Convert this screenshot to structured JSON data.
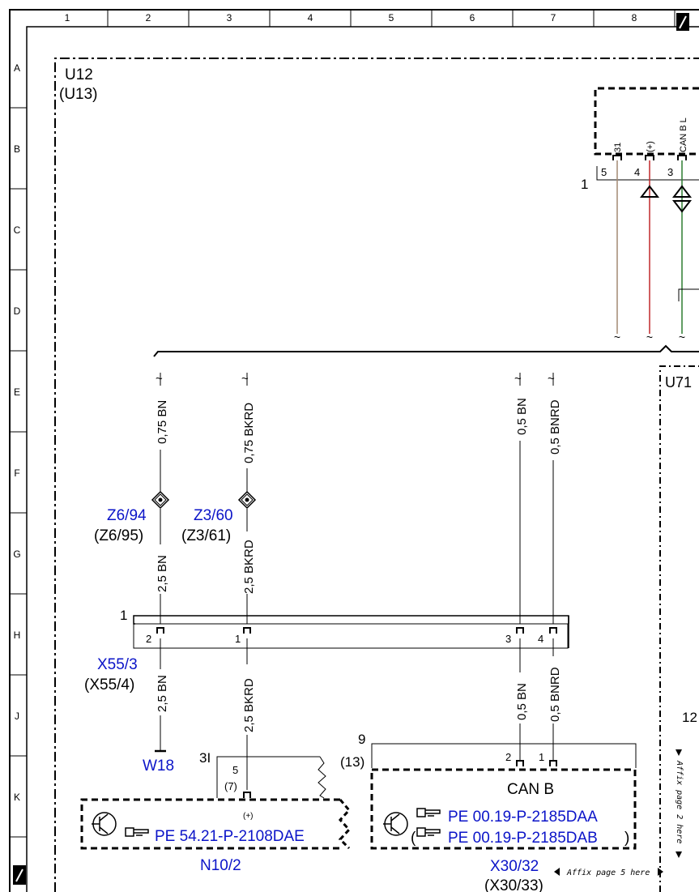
{
  "frame": {
    "columns": [
      "1",
      "2",
      "3",
      "4",
      "5",
      "6",
      "7",
      "8"
    ],
    "rows": [
      "A",
      "B",
      "C",
      "D",
      "E",
      "F",
      "G",
      "H",
      "J",
      "K"
    ]
  },
  "modules": {
    "u12": {
      "label": "U12",
      "alt": "(U13)"
    },
    "u71_partial": "U71"
  },
  "top_connector": {
    "pin_number": "1",
    "pin_tags": [
      "31",
      "(+)",
      "CAN B L"
    ],
    "pin_numbers": [
      "5",
      "4",
      "3"
    ]
  },
  "wires_upper": [
    {
      "id": "w1",
      "spec": "0,75 BN"
    },
    {
      "id": "w2",
      "spec": "0,75 BKRD"
    },
    {
      "id": "w3",
      "spec": "0,5 BN"
    },
    {
      "id": "w4",
      "spec": "0,5 BNRD"
    }
  ],
  "splices": [
    {
      "id": "z6",
      "label": "Z6/94",
      "alt": "(Z6/95)"
    },
    {
      "id": "z3",
      "label": "Z3/60",
      "alt": "(Z3/61)"
    }
  ],
  "wires_mid": [
    {
      "id": "m1",
      "spec": "2,5 BN"
    },
    {
      "id": "m2",
      "spec": "2,5 BKRD"
    }
  ],
  "connector_x55": {
    "number": "1",
    "label": "X55/3",
    "alt": "(X55/4)",
    "pins": [
      "2",
      "1",
      "3",
      "4"
    ]
  },
  "wires_lower": [
    {
      "id": "l1",
      "spec": "2,5 BN"
    },
    {
      "id": "l2",
      "spec": "2,5 BKRD"
    },
    {
      "id": "l3",
      "spec": "0,5 BN"
    },
    {
      "id": "l4",
      "spec": "0,5 BNRD"
    }
  ],
  "ground": {
    "label": "W18"
  },
  "n10": {
    "connector": "3I",
    "pin": "5",
    "pin_alt": "(7)",
    "plus": "(+)",
    "ref": "PE 54.21-P-2108DAE",
    "label": "N10/2"
  },
  "x30": {
    "number": "9",
    "number_alt": "(13)",
    "pins": [
      "2",
      "1"
    ],
    "title": "CAN B",
    "ref1": "PE 00.19-P-2185DAA",
    "ref2": "PE 00.19-P-2185DAB",
    "open_paren": "(",
    "close_paren": ")",
    "label": "X30/32",
    "label_alt_partial": "(X30/33)"
  },
  "right_edge": {
    "number_partial": "12",
    "affix_side": "Affix page 2 here"
  },
  "affix_bottom": "Affix page 5 here",
  "colors": {
    "blue_ref": "#0b14c8",
    "wire_bn": "#a48a73",
    "wire_red": "#c0282b",
    "wire_green": "#2e7d32"
  }
}
